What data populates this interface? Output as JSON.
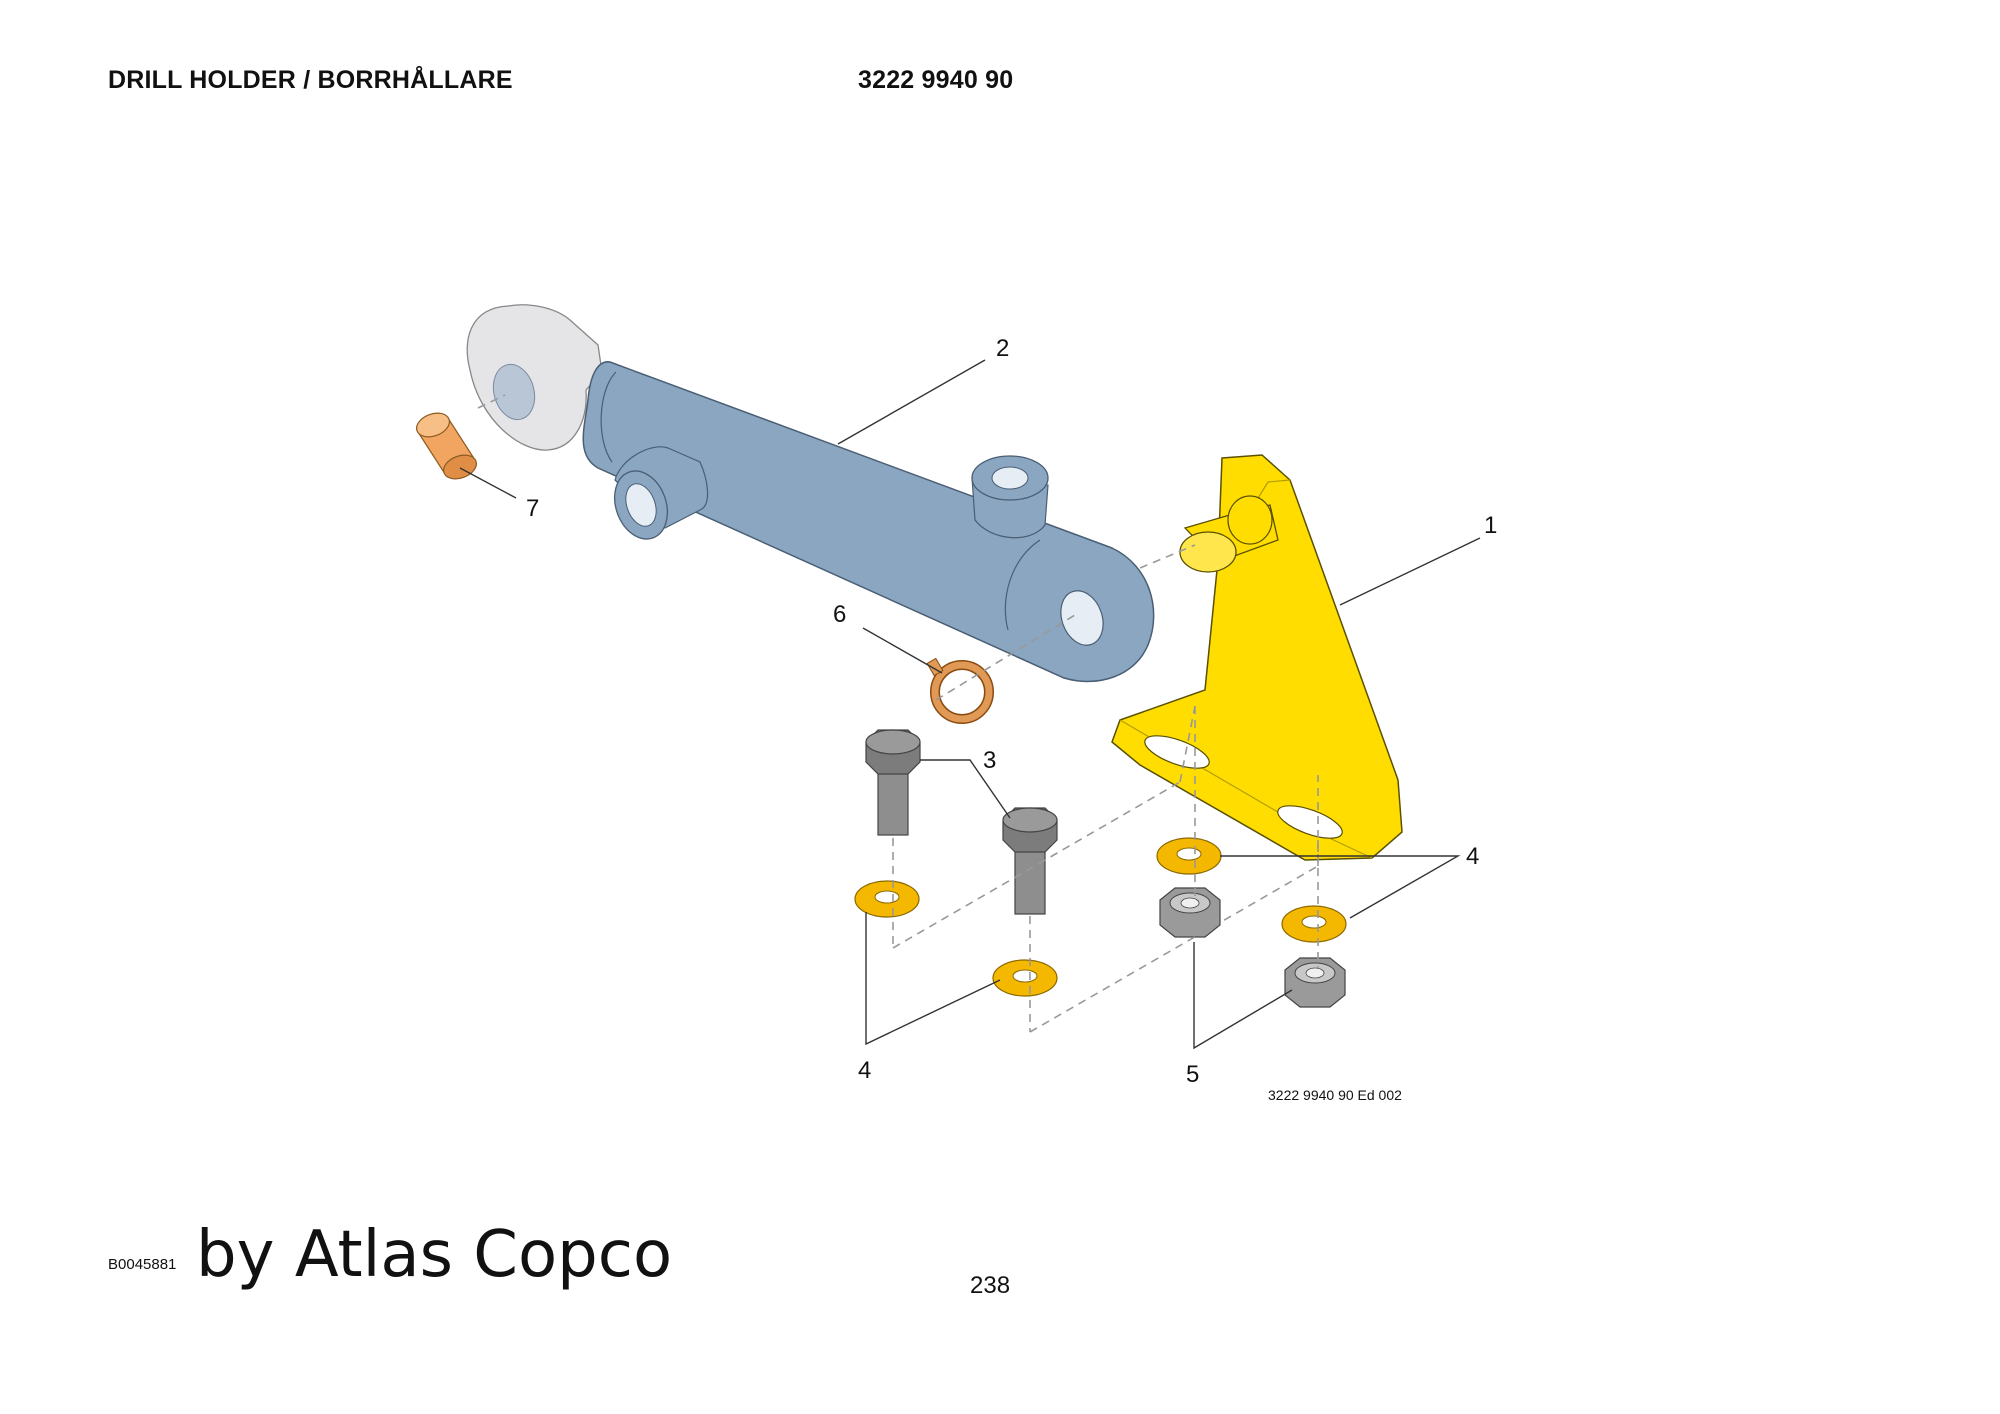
{
  "header": {
    "title": "DRILL HOLDER / BORRHÅLLARE",
    "part_number": "3222 9940 90"
  },
  "diagram": {
    "callouts": {
      "c1": "1",
      "c2": "2",
      "c3": "3",
      "c4a": "4",
      "c4b": "4",
      "c5": "5",
      "c6": "6",
      "c7": "7"
    },
    "drawing_ref": "3222 9940 90 Ed 002",
    "parts": [
      {
        "id": "1",
        "name": "bracket",
        "color": "#FFDD00"
      },
      {
        "id": "2",
        "name": "hydraulic-cylinder",
        "color": "#8AA6C1"
      },
      {
        "id": "3",
        "name": "bolt",
        "color": "#8E8E8E"
      },
      {
        "id": "4",
        "name": "washer",
        "color": "#F5B800"
      },
      {
        "id": "5",
        "name": "lock-nut",
        "color": "#9A9A9A"
      },
      {
        "id": "6",
        "name": "circlip",
        "color": "#E09A55"
      },
      {
        "id": "7",
        "name": "bushing",
        "color": "#F2A560"
      }
    ]
  },
  "footer": {
    "doc_id": "B0045881",
    "brand": "by Atlas Copco",
    "page_number": "238"
  }
}
